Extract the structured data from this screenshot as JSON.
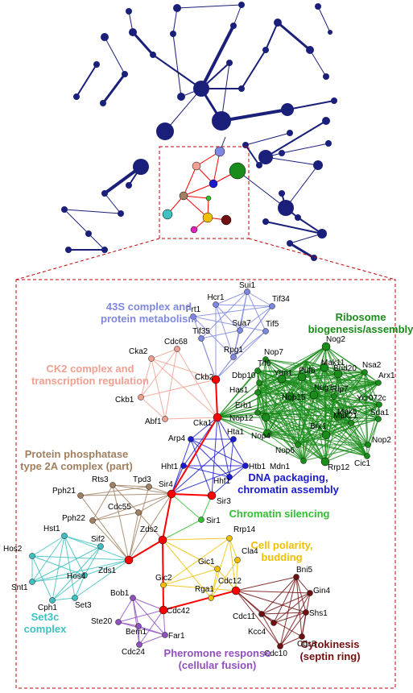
{
  "colors": {
    "overview": "#1a1f7a",
    "highlight_line": "#ff0000",
    "module_40s": "#7f88e0",
    "ribosome": "#1a8c1a",
    "ck2": "#f0a090",
    "pp2a": "#a08060",
    "dna": "#1a1ad0",
    "silencing": "#30c030",
    "set3c": "#40c0c0",
    "polarity": "#f0c000",
    "pheromone": "#9050c0",
    "cytokinesis": "#701010",
    "hub": "#ff0000"
  },
  "cluster_labels": {
    "c43s": [
      "43S complex and",
      "protein metabolism"
    ],
    "ribosome": [
      "Ribosome",
      "biogenesis/assembly"
    ],
    "ck2": [
      "CK2 complex and",
      "transcription regulation"
    ],
    "pp2a": [
      "Protein phosphatase",
      "type 2A complex (part)"
    ],
    "dna": [
      "DNA packaging,",
      "chromatin assembly"
    ],
    "silencing": [
      "Chromatin silencing"
    ],
    "polarity": [
      "Cell polarity,",
      "budding"
    ],
    "set3c": [
      "Set3c",
      "complex"
    ],
    "pheromone": [
      "Pheromone response",
      "(cellular fusion)"
    ],
    "cytokinesis": [
      "Cytokinesis",
      "(septin ring)"
    ]
  },
  "nodes": [
    "Sui1",
    "Hcr1",
    "Prt1",
    "Tif34",
    "Sua7",
    "Tif5",
    "Tif35",
    "Rpg1",
    "Nog2",
    "Rrp12",
    "Mak11",
    "Bud20",
    "Nsa2",
    "Arx1",
    "Ycr072c",
    "Sda1",
    "Nop2",
    "Cic1",
    "Mak21",
    "Brx1",
    "Mak5",
    "Rlp7",
    "Nug1",
    "Puf6",
    "Ytm1",
    "Nop7",
    "Tif6",
    "Has1",
    "Dbp10",
    "Erb1",
    "Nop12",
    "Nop15",
    "Nop4",
    "Nop6",
    "Mdn1",
    "Ckb2",
    "Cka2",
    "Cdc68",
    "Ckb1",
    "Abf1",
    "Cka1",
    "Rts3",
    "Tpd3",
    "Pph21",
    "Pph22",
    "Cdc55",
    "Arp4",
    "Hta1",
    "Hht1",
    "Htb1",
    "Hhf1",
    "Sir4",
    "Sir3",
    "Sir1",
    "Zds2",
    "Zds1",
    "Hst1",
    "Sif2",
    "Hos2",
    "Hos4",
    "Snt1",
    "Cph1",
    "Set3",
    "Rrp14",
    "Cla4",
    "Gic1",
    "Gic2",
    "Rga1",
    "Cdc12",
    "Cdc42",
    "Bob1",
    "Ste20",
    "Bem1",
    "Far1",
    "Cdc24",
    "Bni5",
    "Gin4",
    "Shs1",
    "Cdc11",
    "Kcc4",
    "Cdc3",
    "Cdc10"
  ]
}
